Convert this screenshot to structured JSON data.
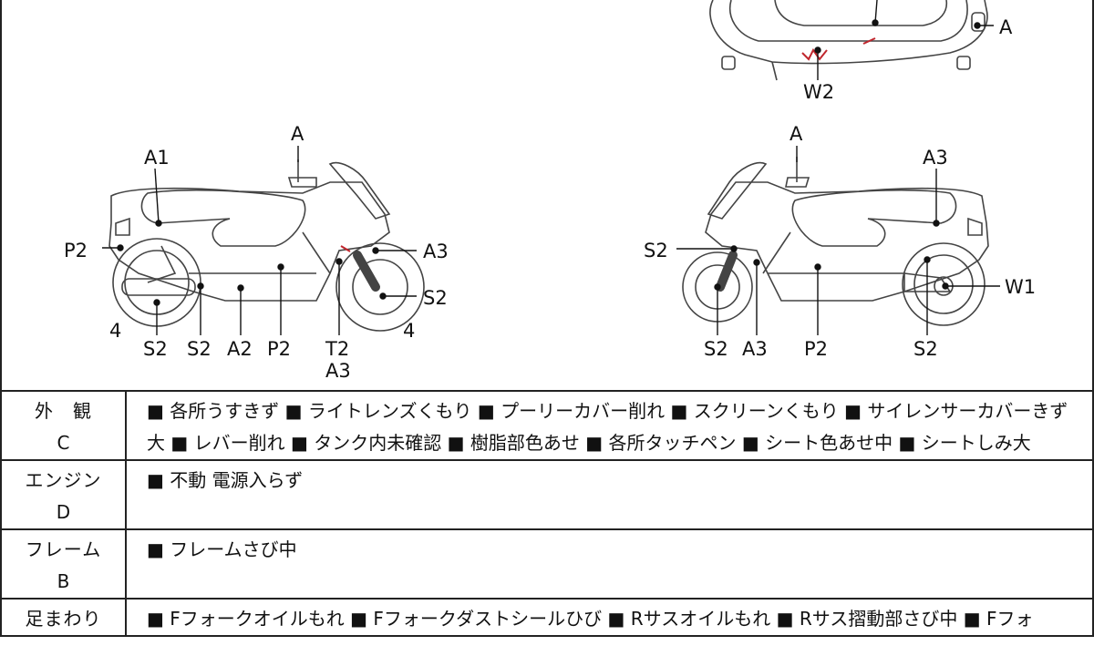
{
  "diagram": {
    "top_view": {
      "callouts": [
        "A",
        "W2"
      ]
    },
    "left_view": {
      "callouts": [
        "A",
        "A1",
        "P2",
        "A3",
        "S2",
        "4",
        "S2",
        "S2",
        "A2",
        "P2",
        "T2",
        "A3",
        "4"
      ]
    },
    "right_view": {
      "callouts": [
        "A",
        "A3",
        "S2",
        "W1",
        "S2",
        "A3",
        "P2",
        "S2"
      ]
    }
  },
  "conditions": [
    {
      "category": "外　観",
      "grade": "C",
      "items": [
        "各所うすきず",
        "ライトレンズくもり",
        "プーリーカバー削れ",
        "スクリーンくもり",
        "サイレンサーカバーきず大",
        "レバー削れ",
        "タンク内未確認",
        "樹脂部色あせ",
        "各所タッチペン",
        "シート色あせ中",
        "シートしみ大"
      ]
    },
    {
      "category": "エンジン",
      "grade": "D",
      "items": [
        "不動 電源入らず"
      ]
    },
    {
      "category": "フレーム",
      "grade": "B",
      "items": [
        "フレームさび中"
      ]
    },
    {
      "category": "足まわり",
      "grade": "",
      "items": [
        "Fフォークオイルもれ",
        "Fフォークダストシールひび",
        "Rサスオイルもれ",
        "Rサス摺動部さび中",
        "Fフォ"
      ]
    }
  ],
  "bullet": "■"
}
